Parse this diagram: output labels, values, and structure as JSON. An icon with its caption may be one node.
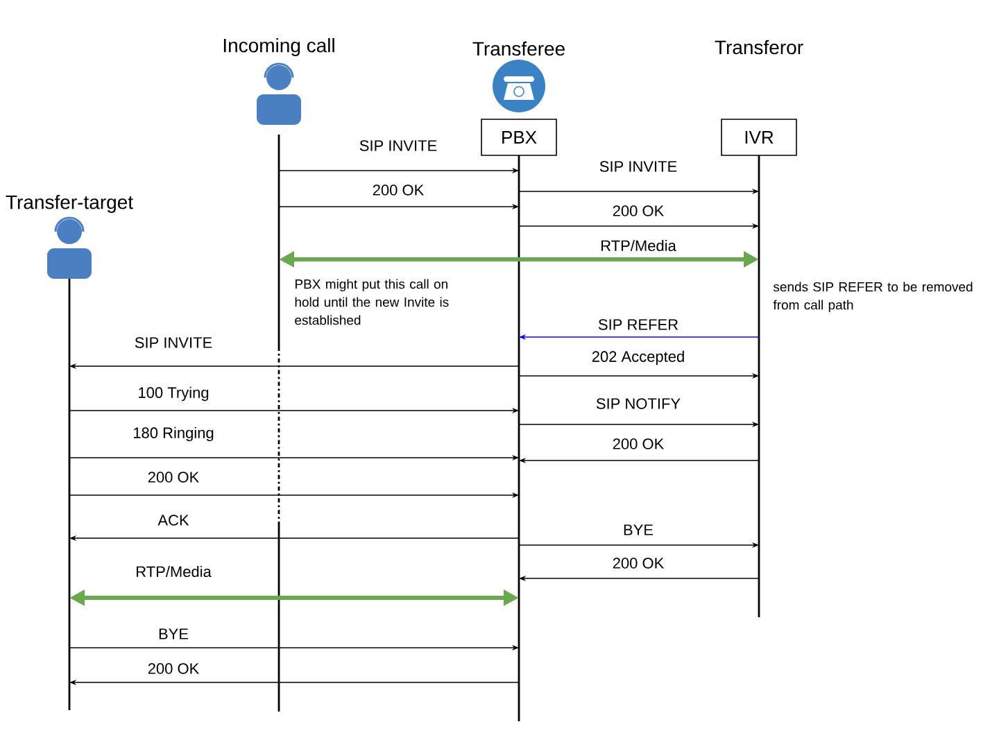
{
  "diagram": {
    "nodes": [
      {
        "text": [
          "Incoming call"
        ]
      },
      {
        "text": [
          "Transferee",
          "PBX"
        ]
      },
      {
        "text": [
          "Transferor",
          "IVR"
        ]
      },
      {
        "text": [
          "Transfer-target"
        ]
      }
    ],
    "edges": [
      {
        "from": 0,
        "to": 1,
        "arrow": "to",
        "label": "SIP INVITE"
      },
      {
        "from": 1,
        "to": 2,
        "arrow": "to",
        "label": "SIP INVITE"
      },
      {
        "from": 0,
        "to": 1,
        "arrow": "to",
        "label": "200 OK"
      },
      {
        "from": 1,
        "to": 2,
        "arrow": "to",
        "label": "200 OK"
      },
      {
        "from": 1,
        "to": 0,
        "arrow": "to",
        "style": "thick",
        "color": "#6aa84f"
      },
      {
        "from": 1,
        "to": 2,
        "arrow": "to",
        "label": "RTP/Media",
        "style": "thick",
        "color": "#6aa84f"
      },
      {
        "from": 2,
        "to": 1,
        "arrow": "to",
        "label": "SIP REFER",
        "color": "#0000ff"
      },
      {
        "from": 1,
        "to": 3,
        "arrow": "to",
        "label": "SIP INVITE"
      },
      {
        "from": 1,
        "to": 2,
        "arrow": "to",
        "label": "202 Accepted"
      },
      {
        "from": 3,
        "to": 1,
        "arrow": "to",
        "label": "100 Trying"
      },
      {
        "from": 1,
        "to": 2,
        "arrow": "to",
        "label": "SIP NOTIFY"
      },
      {
        "from": 3,
        "to": 1,
        "arrow": "to",
        "label": "180 Ringing"
      },
      {
        "from": 2,
        "to": 1,
        "arrow": "to",
        "label": "200 OK"
      },
      {
        "from": 3,
        "to": 1,
        "arrow": "to",
        "label": "200 OK"
      },
      {
        "from": 1,
        "to": 3,
        "arrow": "to",
        "label": "ACK"
      },
      {
        "from": 1,
        "to": 2,
        "arrow": "to",
        "label": "BYE"
      },
      {
        "from": 2,
        "to": 1,
        "arrow": "to",
        "label": "200 OK"
      },
      {
        "from": 3,
        "to": 1,
        "arrow": "both",
        "label": "RTP/Media",
        "style": "thick",
        "color": "#6aa84f"
      },
      {
        "from": 3,
        "to": 1,
        "arrow": "to",
        "label": "BYE"
      },
      {
        "from": 1,
        "to": 3,
        "arrow": "to",
        "label": "200 OK"
      }
    ],
    "labels": [
      "PBX might put this call on hold until the new Invite is established",
      "sends SIP REFER to be removed from call path"
    ]
  }
}
